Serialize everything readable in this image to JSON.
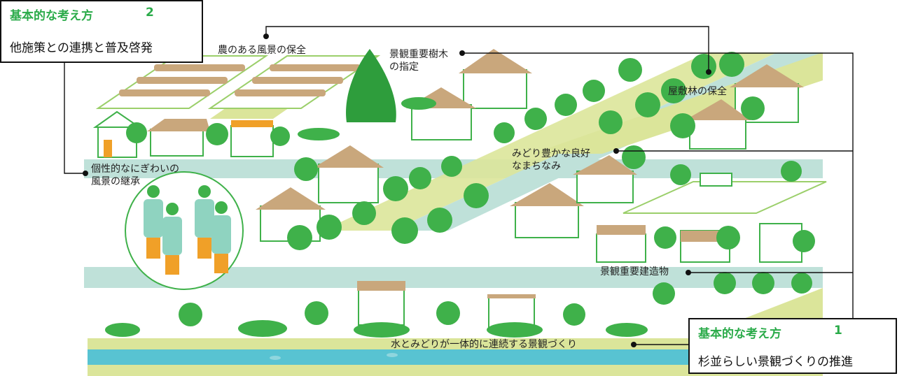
{
  "principles": [
    {
      "title": "基本的な考え方",
      "number": "2",
      "body": "他施策との連携と普及啓発"
    },
    {
      "title": "基本的な考え方",
      "number": "1",
      "body": "杉並らしい景観づくりの推進"
    }
  ],
  "callouts": {
    "farm_scenery": "農のある風景の保全",
    "landmark_trees_1": "景観重要樹木",
    "landmark_trees_2": "の指定",
    "homestead_woods": "屋敷林の保全",
    "green_townscape_1": "みどり豊かな良好",
    "green_townscape_2": "なまちなみ",
    "lively_scenery_1": "個性的なにぎわいの",
    "lively_scenery_2": "風景の継承",
    "landmark_buildings": "景観重要建造物",
    "water_green": "水とみどりが一体的に連続する景観づくり"
  },
  "colors": {
    "green_dark": "#2e9d3c",
    "green_mid": "#3fb14a",
    "tan": "#c9a77c",
    "yellow_green": "#dbe59a",
    "pale_teal": "#bfe1d9",
    "water": "#58c3d2",
    "accent_orange": "#f0a028",
    "title_green": "#2bab4a"
  }
}
